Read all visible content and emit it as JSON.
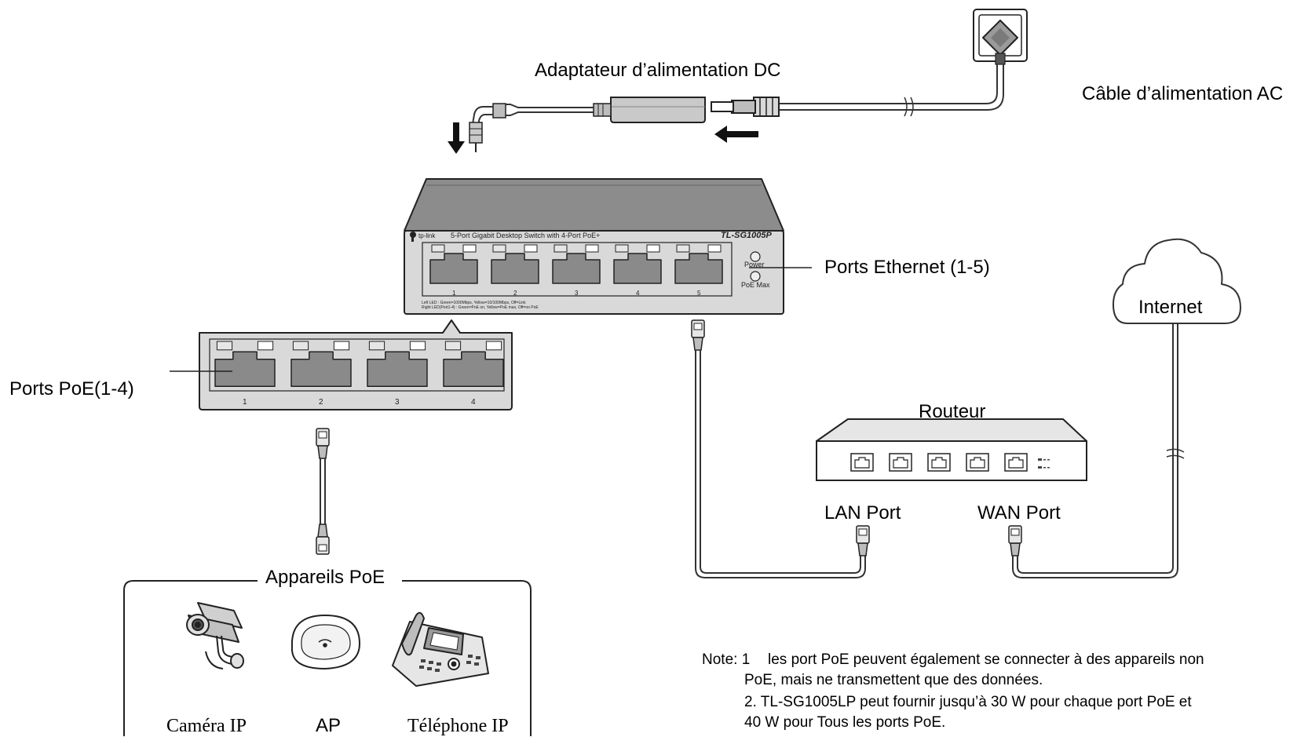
{
  "labels": {
    "dc_adapter": "Adaptateur d’alimentation DC",
    "ac_cable": "Câble d’alimentation AC",
    "ethernet_ports": "Ports Ethernet (1-5)",
    "poe_ports": "Ports PoE(1-4)",
    "internet": "Internet",
    "router": "Routeur",
    "lan_port": "LAN Port",
    "wan_port": "WAN Port",
    "poe_devices": "Appareils PoE"
  },
  "switch": {
    "brand": "tp-link",
    "description": "5-Port Gigabit Desktop Switch with 4-Port PoE+",
    "model": "TL-SG1005P",
    "power_led": "Power",
    "poe_max_led": "PoE Max",
    "port_numbers": [
      "1",
      "2",
      "3",
      "4",
      "5"
    ],
    "led_legend_1": "Left LED : Green=1000Mbps, Yellow=10/100Mbps, Off=Link",
    "led_legend_2": "Right LED(Port1-4) : Green=PoE on, Yellow=PoE max, Off=no PoE"
  },
  "poe_zoom_port_numbers": [
    "1",
    "2",
    "3",
    "4"
  ],
  "devices": [
    {
      "label": "Caméra IP",
      "icon": "ip-camera-icon"
    },
    {
      "label": "AP",
      "icon": "access-point-icon"
    },
    {
      "label": "Téléphone IP",
      "icon": "ip-phone-icon"
    }
  ],
  "note": {
    "prefix": "Note: 1",
    "line1": "les port PoE peuvent également se connecter à des appareils non",
    "line2": "PoE, mais ne transmettent que des données.",
    "line3": "2. TL-SG1005LP peut fournir jusqu’à 30 W pour chaque port PoE et",
    "line4": "40 W pour Tous les ports PoE."
  },
  "colors": {
    "line": "#222222",
    "switch_body": "#d9d9d9",
    "switch_top": "#8c8c8c",
    "port_fill": "#8a8a8a",
    "cable": "#555555"
  }
}
